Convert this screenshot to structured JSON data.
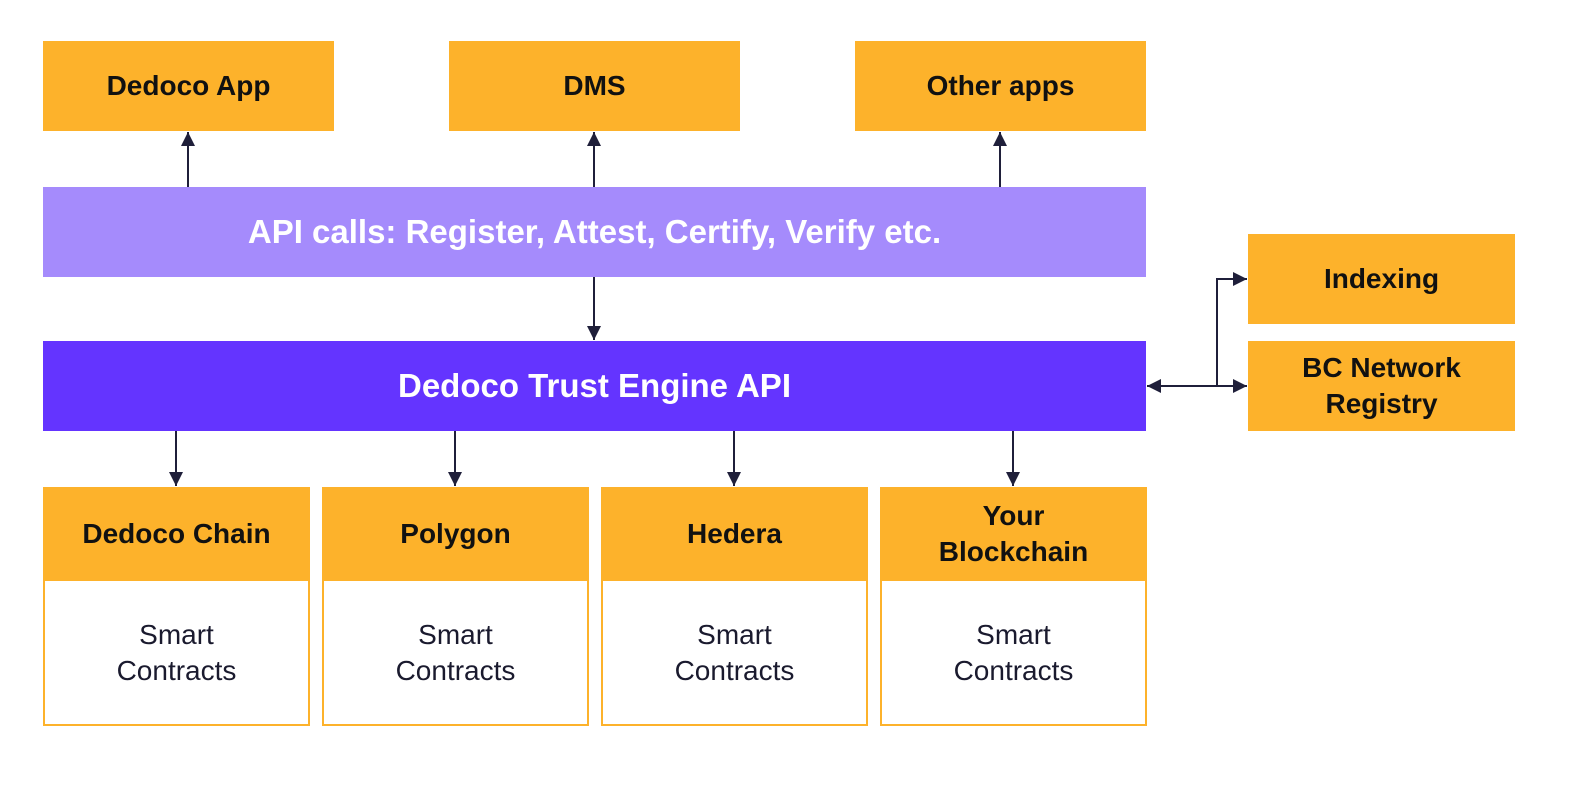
{
  "apps": {
    "dedoco_app": "Dedoco App",
    "dms": "DMS",
    "other_apps": "Other apps"
  },
  "api_calls": "API calls: Register, Attest, Certify, Verify etc.",
  "trust_engine": "Dedoco Trust Engine API",
  "side": {
    "indexing": "Indexing",
    "bc_registry": "BC Network\nRegistry"
  },
  "chains": [
    {
      "name": "Dedoco Chain",
      "contracts": "Smart\nContracts"
    },
    {
      "name": "Polygon",
      "contracts": "Smart\nContracts"
    },
    {
      "name": "Hedera",
      "contracts": "Smart\nContracts"
    },
    {
      "name": "Your\nBlockchain",
      "contracts": "Smart\nContracts"
    }
  ],
  "colors": {
    "orange": "#FDB22B",
    "lavender": "#A58BFC",
    "violet": "#6434FF",
    "arrow": "#1F1F3A"
  }
}
